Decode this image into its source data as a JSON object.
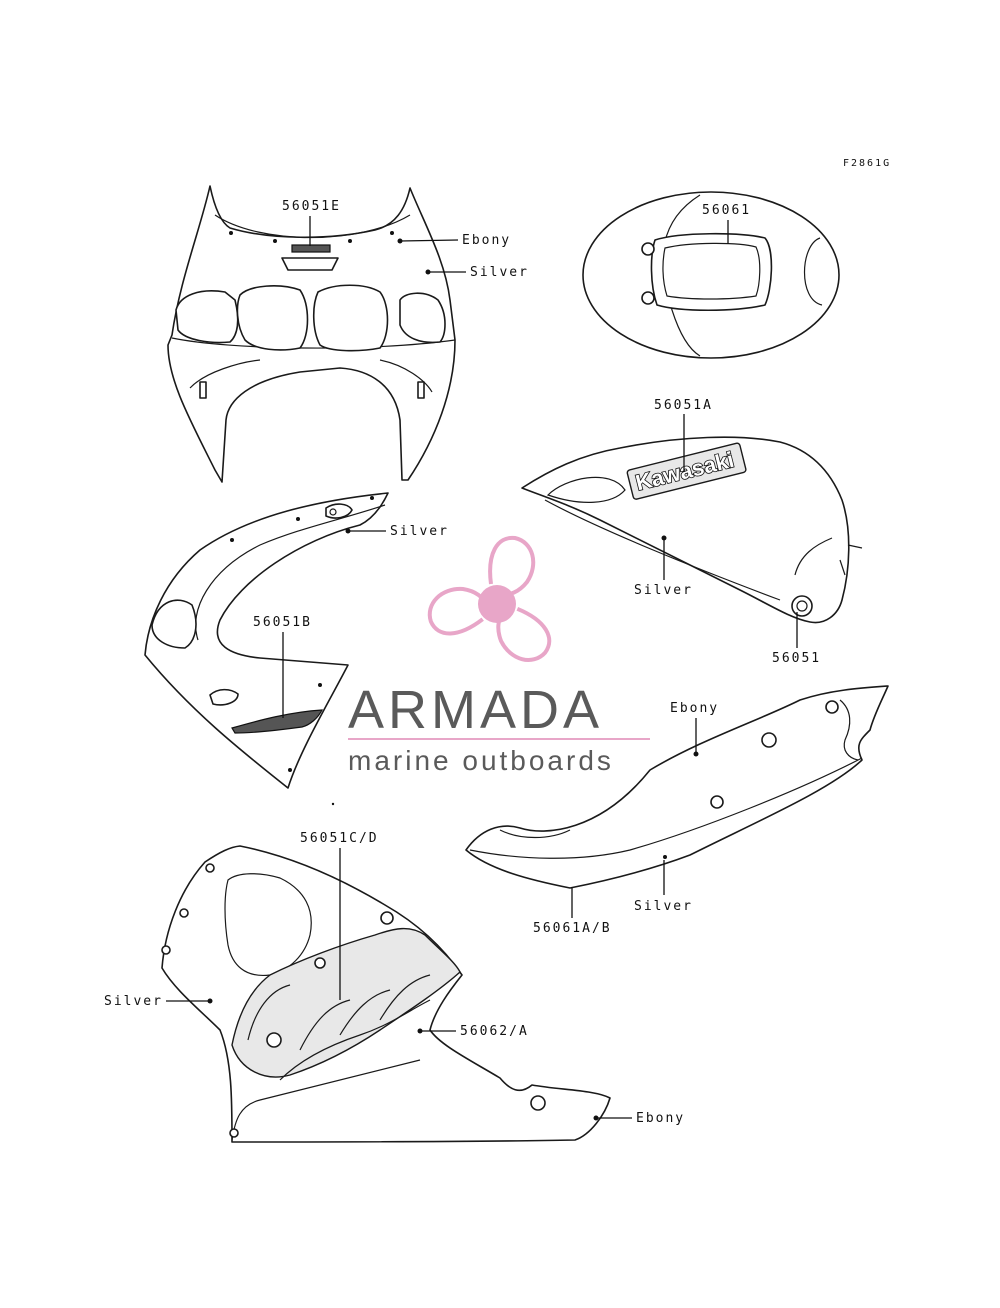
{
  "figure_code": "F2861G",
  "labels": {
    "windscreen_part": "56051E",
    "windscreen_color_1": "Ebony",
    "windscreen_color_2": "Silver",
    "tank_pad_part": "56061",
    "tank_part": "56051A",
    "tank_color": "Silver",
    "tank_emblem_part": "56051",
    "emblem_text": "Kawasaki",
    "side_upper_part": "56051B",
    "side_upper_color": "Silver",
    "seat_cowl_color_1": "Ebony",
    "seat_cowl_color_2": "Silver",
    "seat_cowl_part": "56061A/B",
    "lower_side_part": "56051C/D",
    "lower_side_color_1": "Silver",
    "lower_side_part_2": "56062/A",
    "lower_side_color_2": "Ebony"
  },
  "watermark": {
    "title": "ARMADA",
    "subtitle": "marine outboards",
    "color_text": "#5a5a5a",
    "color_logo": "#e8a6c8",
    "color_rule": "#e8a6c8"
  }
}
